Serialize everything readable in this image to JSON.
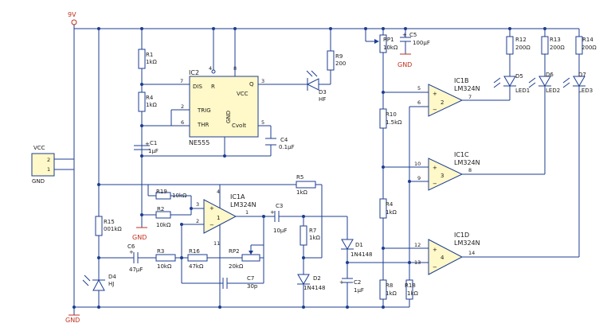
{
  "power": {
    "vplus": "9V",
    "gnd": "GND"
  },
  "connector": {
    "top": "VCC",
    "bottom": "GND",
    "pin_a": "2",
    "pin_b": "1"
  },
  "ic2": {
    "ref": "IC2",
    "part": "NE555",
    "pins": {
      "dis": "DIS",
      "r": "R",
      "vcc": "VCC",
      "q": "Q",
      "trig": "TRIG",
      "thr": "THR",
      "gnd": "GND",
      "cvolt": "Cvolt",
      "p2": "2",
      "p3": "3",
      "p4": "4",
      "p5": "5",
      "p6": "6",
      "p7": "7",
      "p8": "8"
    }
  },
  "ic1a": {
    "ref": "IC1A",
    "part": "LM324N",
    "unit": "1",
    "pin_plus": "3",
    "pin_minus": "2",
    "pin_out": "1",
    "pin_vcc": "4",
    "pin_gnd": "11"
  },
  "ic1b": {
    "ref": "IC1B",
    "part": "LM324N",
    "unit": "2",
    "pin_plus": "5",
    "pin_minus": "6",
    "pin_out": "7"
  },
  "ic1c": {
    "ref": "IC1C",
    "part": "LM324N",
    "unit": "3",
    "pin_plus": "10",
    "pin_minus": "9",
    "pin_out": "8"
  },
  "ic1d": {
    "ref": "IC1D",
    "part": "LM324N",
    "unit": "4",
    "pin_plus": "12",
    "pin_minus": "13",
    "pin_out": "14"
  },
  "resistors": {
    "r1": {
      "ref": "R1",
      "value": "1kΩ"
    },
    "r4a": {
      "ref": "R4",
      "value": "1kΩ"
    },
    "r9": {
      "ref": "R9",
      "value": "200"
    },
    "r15": {
      "ref": "R15",
      "value": "001kΩ"
    },
    "r19": {
      "ref": "R19",
      "value": "10kΩ"
    },
    "r2": {
      "ref": "R2",
      "value": "10kΩ"
    },
    "r3": {
      "ref": "R3",
      "value": "10kΩ"
    },
    "r16": {
      "ref": "R16",
      "value": "47kΩ"
    },
    "r5": {
      "ref": "R5",
      "value": "1kΩ"
    },
    "r7": {
      "ref": "R7",
      "value": "1kΩ"
    },
    "r10": {
      "ref": "R10",
      "value": "1.5kΩ"
    },
    "r4b": {
      "ref": "R4",
      "value": "1kΩ"
    },
    "r8": {
      "ref": "R8",
      "value": "1kΩ"
    },
    "r18": {
      "ref": "R18",
      "value": "1kΩ"
    },
    "r12": {
      "ref": "R12",
      "value": "200Ω"
    },
    "r13": {
      "ref": "R13",
      "value": "200Ω"
    },
    "r14": {
      "ref": "R14",
      "value": "200Ω"
    }
  },
  "pots": {
    "rp1": {
      "ref": "RP1",
      "value": "10kΩ"
    },
    "rp2": {
      "ref": "RP2",
      "value": "20kΩ"
    }
  },
  "capacitors": {
    "c1": {
      "ref": "C1",
      "value": "1μF"
    },
    "c4": {
      "ref": "C4",
      "value": "0.1μF"
    },
    "c5": {
      "ref": "C5",
      "value": "100μF"
    },
    "c6": {
      "ref": "C6",
      "value": "47μF"
    },
    "c3": {
      "ref": "C3",
      "value": "10μF"
    },
    "c7": {
      "ref": "C7",
      "value": "30p"
    },
    "c2": {
      "ref": "C2",
      "value": "1μF"
    }
  },
  "diodes": {
    "d3": {
      "ref": "D3",
      "value": "HF"
    },
    "d4": {
      "ref": "D4",
      "value": "HJ"
    },
    "d1": {
      "ref": "D1",
      "value": "1N4148"
    },
    "d2": {
      "ref": "D2",
      "value": "1N4148"
    }
  },
  "leds": {
    "d5": {
      "ref": "D5",
      "value": "LED1"
    },
    "d6": {
      "ref": "D6",
      "value": "LED2"
    },
    "d7": {
      "ref": "D7",
      "value": "LED3"
    }
  },
  "colors": {
    "wire": "#1c3d91",
    "power": "#c0301e",
    "ic_fill": "#fff8c8"
  }
}
